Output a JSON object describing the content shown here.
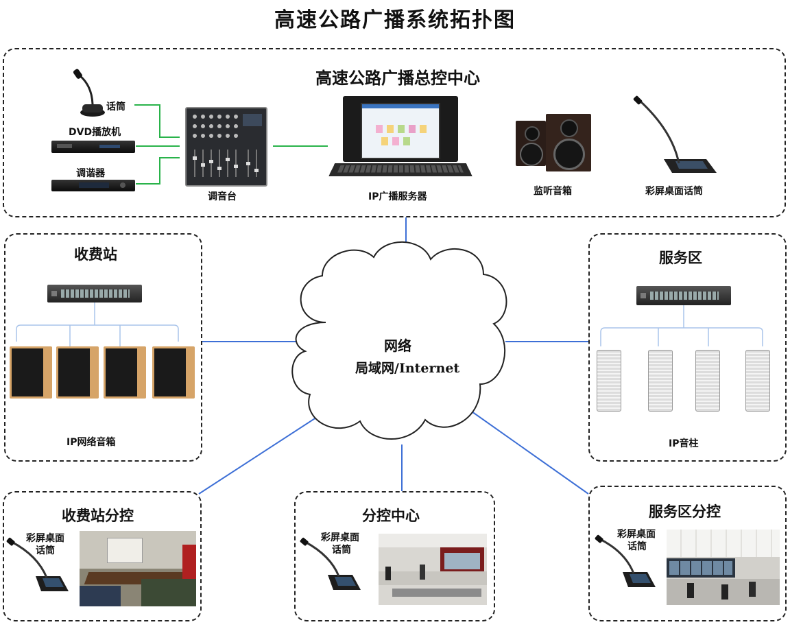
{
  "title": "高速公路广播系统拓扑图",
  "control_center": {
    "title": "高速公路广播总控中心",
    "mic_label": "话筒",
    "dvd_label": "DVD播放机",
    "tuner_label": "调谐器",
    "mixer_label": "调音台",
    "server_label": "IP广播服务器",
    "monitor_label": "监听音箱",
    "desk_mic_label": "彩屏桌面话筒"
  },
  "network": {
    "line1": "网络",
    "line2": "局域网/Internet"
  },
  "toll_station": {
    "title": "收费站",
    "speakers_label": "IP网络音箱"
  },
  "service_area": {
    "title": "服务区",
    "speakers_label": "IP音柱"
  },
  "toll_sub": {
    "title": "收费站分控",
    "mic_label_1": "彩屏桌面",
    "mic_label_2": "话筒"
  },
  "sub_center": {
    "title": "分控中心",
    "mic_label_1": "彩屏桌面",
    "mic_label_2": "话筒"
  },
  "service_sub": {
    "title": "服务区分控",
    "mic_label_1": "彩屏桌面",
    "mic_label_2": "话筒"
  },
  "colors": {
    "green_line": "#29b34a",
    "blue_line": "#3d6fd6",
    "light_blue_line": "#a9c4ea"
  }
}
